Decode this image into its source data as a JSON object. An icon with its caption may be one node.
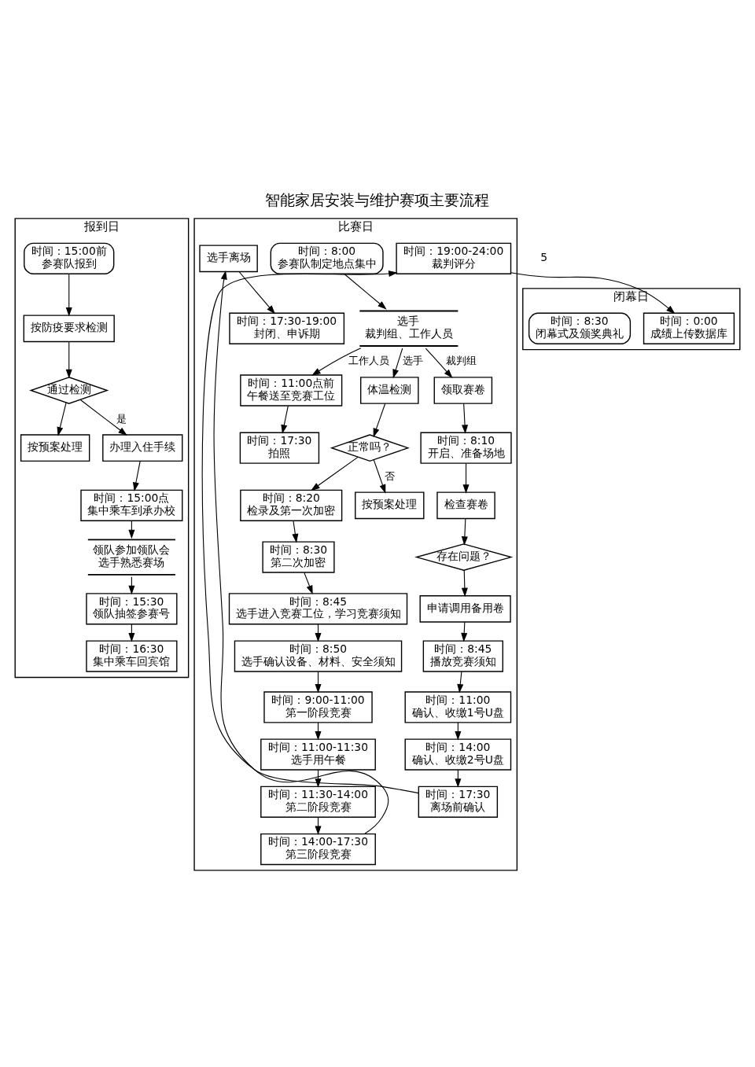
{
  "diagram": {
    "title": "智能家居安装与维护赛项主要流程",
    "nodes": [
      {
        "text": [
          "报到日"
        ]
      },
      {
        "text": [
          "比赛日"
        ]
      },
      {
        "text": [
          "闭幕日"
        ]
      },
      {
        "text": [
          "时间：15:00前",
          "参赛队报到"
        ],
        "in": 0
      },
      {
        "text": [
          "按防疫要求检测"
        ],
        "in": 0
      },
      {
        "text": [
          "通过检测"
        ],
        "in": 0
      },
      {
        "text": [
          "按预案处理"
        ],
        "in": 0
      },
      {
        "text": [
          "办理入住手续"
        ],
        "in": 0
      },
      {
        "text": [
          "时间：15:00点",
          "集中乘车到承办校"
        ],
        "in": 0
      },
      {
        "text": [
          "领队参加领队会",
          "选手熟悉赛场"
        ],
        "in": 0
      },
      {
        "text": [
          "时间：15:30",
          "领队抽签参赛号"
        ],
        "in": 0
      },
      {
        "text": [
          "时间：16:30",
          "集中乘车回宾馆"
        ],
        "in": 0
      },
      {
        "text": [
          "时间：8:00",
          "参赛队制定地点集中"
        ],
        "in": 1
      },
      {
        "text": [
          "选手",
          "裁判组、工作人员"
        ],
        "in": 1
      },
      {
        "text": [
          "体温检测"
        ],
        "in": 1
      },
      {
        "text": [
          "正常吗？"
        ],
        "in": 1
      },
      {
        "text": [
          "按预案处理"
        ],
        "in": 1
      },
      {
        "text": [
          "时间：8:20",
          "检录及第一次加密"
        ],
        "in": 1
      },
      {
        "text": [
          "时间：8:30",
          "第二次加密"
        ],
        "in": 1
      },
      {
        "text": [
          "时间：8:45",
          "选手进入竞赛工位，学习竞赛须知"
        ],
        "in": 1
      },
      {
        "text": [
          "时间：8:50",
          "选手确认设备、材料、安全须知"
        ],
        "in": 1
      },
      {
        "text": [
          "时间：9:00-11:00",
          "第一阶段竞赛"
        ],
        "in": 1
      },
      {
        "text": [
          "时间：11:00-11:30",
          "选手用午餐"
        ],
        "in": 1
      },
      {
        "text": [
          "时间：11:30-14:00",
          "第二阶段竞赛"
        ],
        "in": 1
      },
      {
        "text": [
          "时间：14:00-17:30",
          "第三阶段竞赛"
        ],
        "in": 1
      },
      {
        "text": [
          "领取赛卷"
        ],
        "in": 1
      },
      {
        "text": [
          "时间：8:10",
          "开启、准备场地"
        ],
        "in": 1
      },
      {
        "text": [
          "检查赛卷"
        ],
        "in": 1
      },
      {
        "text": [
          "存在问题？"
        ],
        "in": 1
      },
      {
        "text": [
          "申请调用备用卷"
        ],
        "in": 1
      },
      {
        "text": [
          "时间：8:45",
          "播放竞赛须知"
        ],
        "in": 1
      },
      {
        "text": [
          "时间：11:00",
          "确认、收缴1号U盘"
        ],
        "in": 1
      },
      {
        "text": [
          "时间：14:00",
          "确认、收缴2号U盘"
        ],
        "in": 1
      },
      {
        "text": [
          "时间：17:30",
          "离场前确认"
        ],
        "in": 1
      },
      {
        "text": [
          "时间：11:00点前",
          "午餐送至竞赛工位"
        ],
        "in": 1
      },
      {
        "text": [
          "时间：17:30",
          "拍照"
        ],
        "in": 1
      },
      {
        "text": [
          "选手离场"
        ],
        "in": 1
      },
      {
        "text": [
          "时间：17:30-19:00",
          "封闭、申诉期"
        ],
        "in": 1
      },
      {
        "text": [
          "时间：19:00-24:00",
          "裁判评分"
        ],
        "in": 1
      },
      {
        "text": [
          "时间：0:00",
          "成绩上传数据库"
        ],
        "in": 2
      },
      {
        "text": [
          "时间：8:30",
          "闭幕式及颁奖典礼"
        ],
        "in": 2
      }
    ],
    "edges": [
      {
        "from": 3,
        "to": 4,
        "arrow": "to"
      },
      {
        "from": 4,
        "to": 5,
        "arrow": "to"
      },
      {
        "from": 5,
        "to": 6,
        "arrow": "to"
      },
      {
        "from": 5,
        "to": 7,
        "arrow": "to",
        "label": "是"
      },
      {
        "from": 7,
        "to": 8,
        "arrow": "to"
      },
      {
        "from": 8,
        "to": 9,
        "arrow": "to"
      },
      {
        "from": 9,
        "to": 10,
        "arrow": "to"
      },
      {
        "from": 10,
        "to": 11,
        "arrow": "to"
      },
      {
        "from": 12,
        "to": 13,
        "arrow": "to"
      },
      {
        "from": 13,
        "to": 14,
        "arrow": "to",
        "label": "选手"
      },
      {
        "from": 13,
        "to": 25,
        "arrow": "to",
        "label": "裁判组"
      },
      {
        "from": 13,
        "to": 34,
        "arrow": "to",
        "label": "工作人员"
      },
      {
        "from": 14,
        "to": 15,
        "arrow": "to"
      },
      {
        "from": 15,
        "to": 16,
        "arrow": "to",
        "label": "否"
      },
      {
        "from": 15,
        "to": 17,
        "arrow": "to"
      },
      {
        "from": 17,
        "to": 18,
        "arrow": "to"
      },
      {
        "from": 18,
        "to": 19,
        "arrow": "to"
      },
      {
        "from": 19,
        "to": 20,
        "arrow": "to"
      },
      {
        "from": 20,
        "to": 21,
        "arrow": "to"
      },
      {
        "from": 21,
        "to": 22,
        "arrow": "to"
      },
      {
        "from": 22,
        "to": 23,
        "arrow": "to"
      },
      {
        "from": 23,
        "to": 24,
        "arrow": "to"
      },
      {
        "from": 24,
        "to": 36,
        "arrow": "to"
      },
      {
        "from": 25,
        "to": 26,
        "arrow": "to"
      },
      {
        "from": 26,
        "to": 27,
        "arrow": "to"
      },
      {
        "from": 27,
        "to": 28,
        "arrow": "to"
      },
      {
        "from": 28,
        "to": 29,
        "arrow": "to"
      },
      {
        "from": 29,
        "to": 30,
        "arrow": "to"
      },
      {
        "from": 30,
        "to": 31,
        "arrow": "to"
      },
      {
        "from": 31,
        "to": 32,
        "arrow": "to"
      },
      {
        "from": 32,
        "to": 33,
        "arrow": "to"
      },
      {
        "from": 33,
        "to": 38,
        "arrow": "to"
      },
      {
        "from": 34,
        "to": 35,
        "arrow": "to"
      },
      {
        "from": 36,
        "to": 37,
        "arrow": "to"
      },
      {
        "from": 38,
        "to": 39,
        "arrow": "to"
      }
    ],
    "labels": [
      "5"
    ]
  }
}
